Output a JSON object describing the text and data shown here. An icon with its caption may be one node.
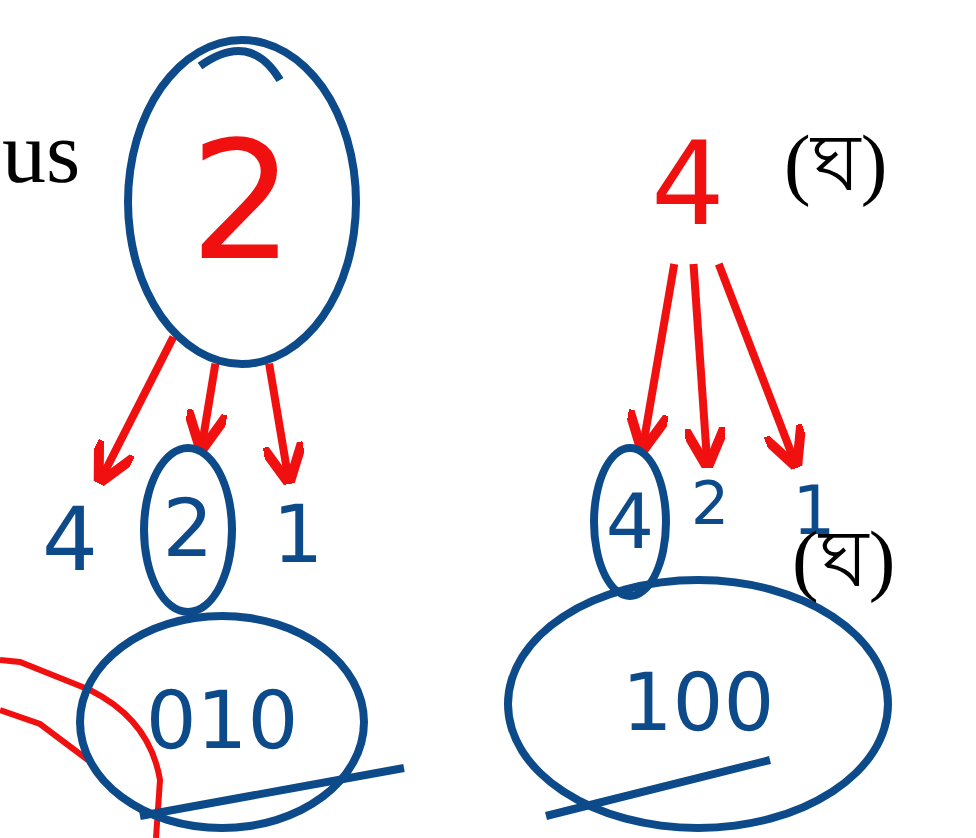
{
  "diagram": {
    "nodes": [
      {
        "text": [
          "2"
        ]
      },
      {
        "text": [
          "4"
        ]
      },
      {
        "text": [
          "2"
        ]
      },
      {
        "text": [
          "1"
        ]
      },
      {
        "text": [
          "010"
        ]
      },
      {
        "text": [
          "4"
        ]
      },
      {
        "text": [
          "4"
        ]
      },
      {
        "text": [
          "2"
        ]
      },
      {
        "text": [
          "1"
        ]
      },
      {
        "text": [
          "100"
        ]
      }
    ],
    "edges": [
      {
        "from": 0,
        "to": 1,
        "arrow": "to"
      },
      {
        "from": 0,
        "to": 2,
        "arrow": "to"
      },
      {
        "from": 0,
        "to": 3,
        "arrow": "to"
      },
      {
        "from": 5,
        "to": 6,
        "arrow": "to"
      },
      {
        "from": 5,
        "to": 7,
        "arrow": "to"
      },
      {
        "from": 5,
        "to": 8,
        "arrow": "to"
      }
    ],
    "labels": [
      "us",
      "(ঘ)",
      "(ঘ)"
    ]
  }
}
